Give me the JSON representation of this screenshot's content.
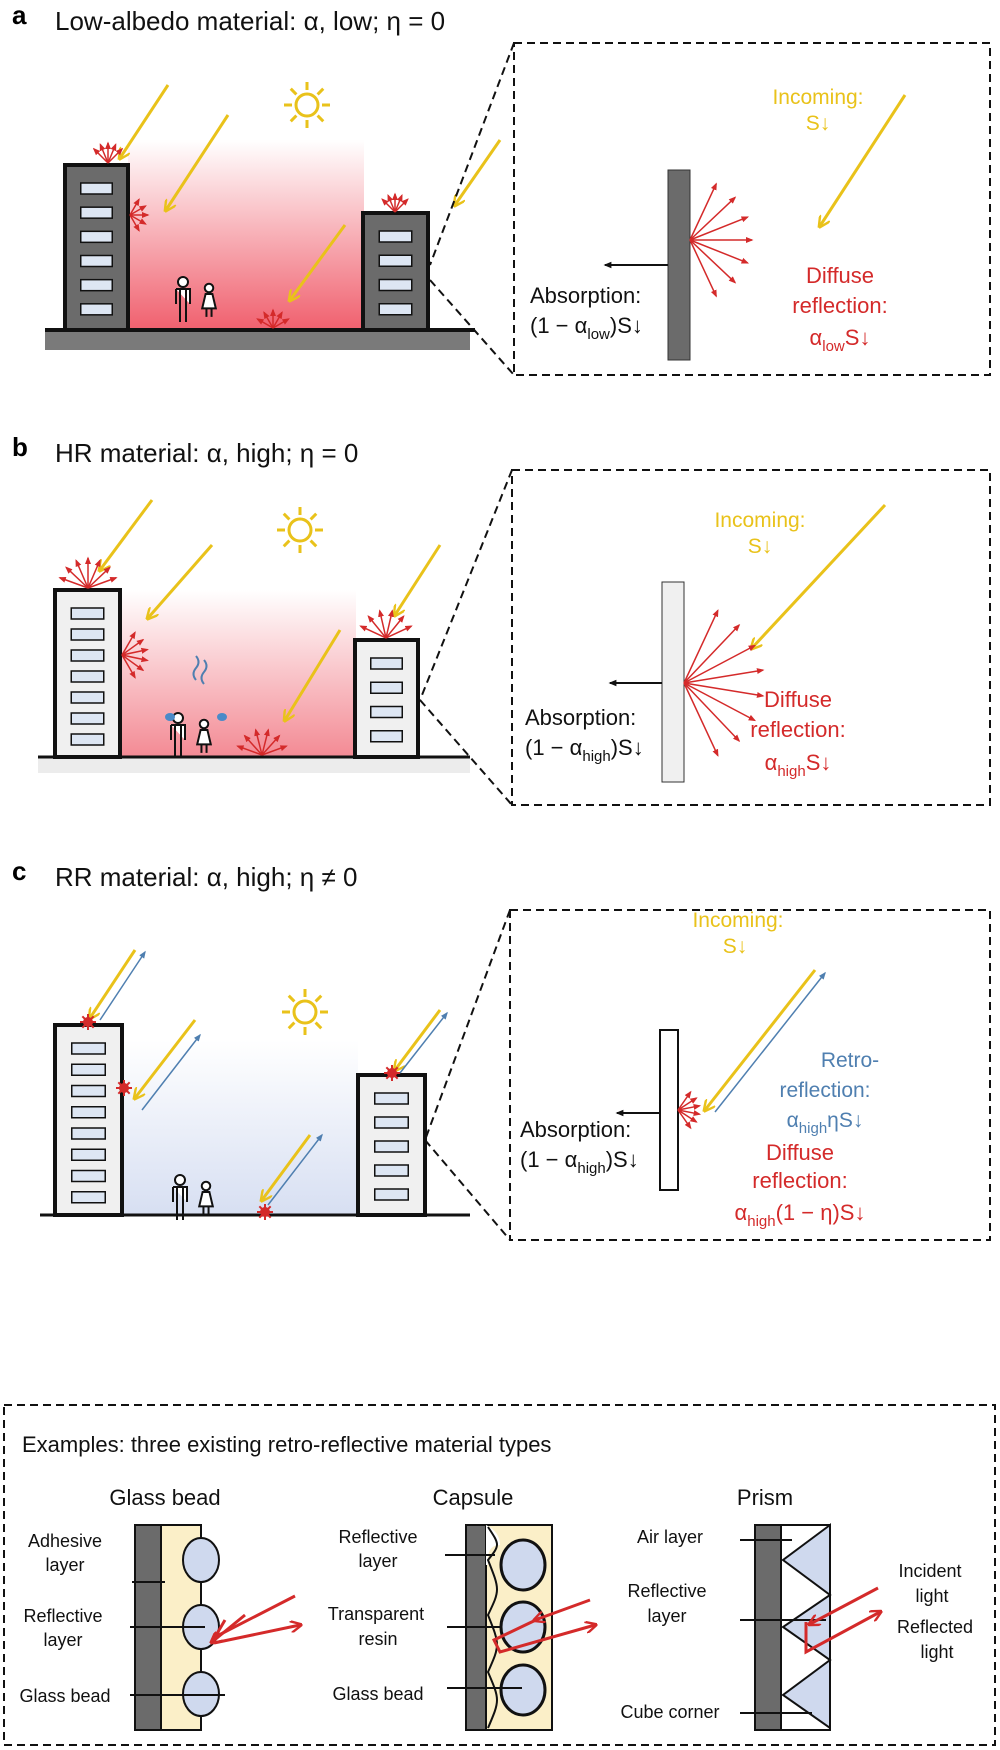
{
  "panels": {
    "a": {
      "letter": "a",
      "title": "Low-albedo material: α, low; η = 0",
      "incoming": "Incoming:",
      "incoming_sym": "S↓",
      "absorption": "Absorption:",
      "absorption_pre": "(1 − α",
      "absorption_sub": "low",
      "absorption_post": ")S↓",
      "diffuse": "Diffuse",
      "reflection": "reflection:",
      "refl_alpha": "α",
      "refl_sub": "low",
      "refl_post": "S↓"
    },
    "b": {
      "letter": "b",
      "title": "HR material: α, high; η = 0",
      "incoming": "Incoming:",
      "incoming_sym": "S↓",
      "absorption": "Absorption:",
      "absorption_pre": "(1 − α",
      "absorption_sub": "high",
      "absorption_post": ")S↓",
      "diffuse": "Diffuse",
      "reflection": "reflection:",
      "refl_alpha": "α",
      "refl_sub": "high",
      "refl_post": "S↓"
    },
    "c": {
      "letter": "c",
      "title": "RR material: α, high; η ≠ 0",
      "incoming": "Incoming:",
      "incoming_sym": "S↓",
      "retro": "Retro-",
      "retro_reflection": "reflection:",
      "retro_alpha": "α",
      "retro_sub": "high",
      "retro_post": "ηS↓",
      "absorption": "Absorption:",
      "absorption_pre": "(1 − α",
      "absorption_sub": "high",
      "absorption_post": ")S↓",
      "diffuse": "Diffuse",
      "reflection": "reflection:",
      "refl_alpha": "α",
      "refl_sub": "high",
      "refl_post": "(1 − η)S↓"
    }
  },
  "examples": {
    "title": "Examples: three existing retro-reflective material types",
    "glass_bead": {
      "heading": "Glass bead",
      "labels": [
        "Adhesive",
        "layer",
        "Reflective",
        "layer",
        "Glass bead"
      ]
    },
    "capsule": {
      "heading": "Capsule",
      "labels": [
        "Reflective",
        "layer",
        "Transparent",
        "resin",
        "Glass bead"
      ]
    },
    "prism": {
      "heading": "Prism",
      "labels": [
        "Air layer",
        "Reflective",
        "layer",
        "Cube corner"
      ],
      "right_labels": [
        "Incident",
        "light",
        "Reflected",
        "light"
      ]
    }
  },
  "colors": {
    "sunlight": "#e9c21a",
    "reflection": "#d42a2a",
    "retro": "#4f7fb0",
    "heat": "#f0606e",
    "cool": "#dfe6f4",
    "building_dark": "#6b6b6b",
    "building_light": "#f0f0f0",
    "window": "#dde6f3",
    "resin": "#fbefc8",
    "bead": "#cfd9ee"
  }
}
